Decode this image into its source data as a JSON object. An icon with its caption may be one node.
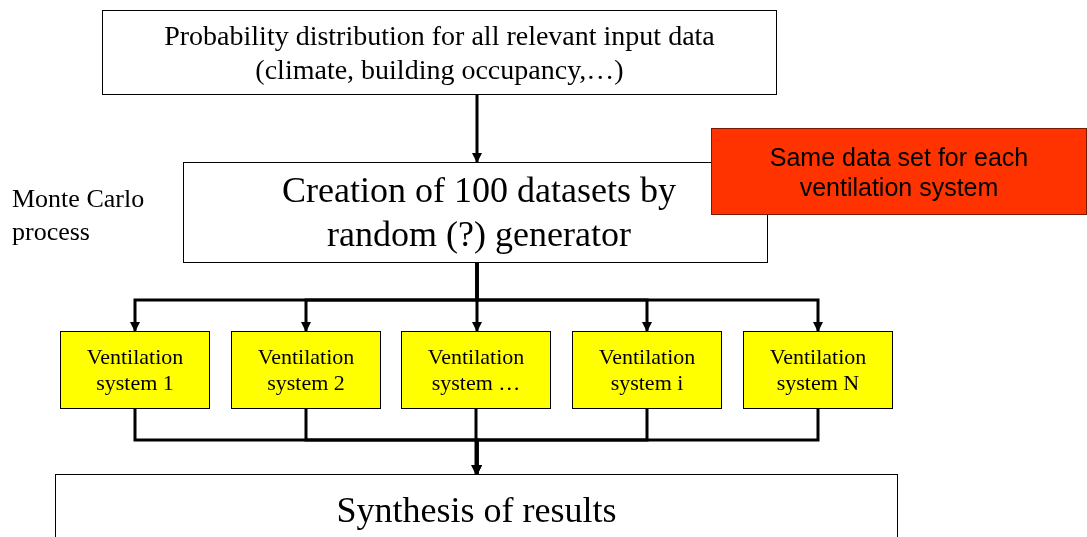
{
  "diagram": {
    "nodes": [
      {
        "text": [
          "Probability distribution for all relevant input data (climate, building occupancy,…)"
        ]
      },
      {
        "text": [
          "Creation of 100 datasets by random (?) generator"
        ],
        "beside": [
          "Monte Carlo process"
        ]
      },
      {
        "text": [
          "Same data set for each ventilation system"
        ]
      },
      {
        "text": [
          "Ventilation system 1"
        ]
      },
      {
        "text": [
          "Ventilation system 2"
        ]
      },
      {
        "text": [
          "Ventilation system …"
        ]
      },
      {
        "text": [
          "Ventilation system i"
        ]
      },
      {
        "text": [
          "Ventilation system N"
        ]
      },
      {
        "text": [
          "Synthesis of results"
        ]
      }
    ],
    "edges": [
      {
        "from": 0,
        "to": 1,
        "arrow": "to"
      },
      {
        "from": 1,
        "to": 3,
        "arrow": "to"
      },
      {
        "from": 1,
        "to": 4,
        "arrow": "to"
      },
      {
        "from": 1,
        "to": 5,
        "arrow": "to"
      },
      {
        "from": 1,
        "to": 6,
        "arrow": "to"
      },
      {
        "from": 1,
        "to": 7,
        "arrow": "to"
      },
      {
        "from": 3,
        "to": 8,
        "arrow": "to"
      },
      {
        "from": 4,
        "to": 8,
        "arrow": "to"
      },
      {
        "from": 5,
        "to": 8,
        "arrow": "to"
      },
      {
        "from": 6,
        "to": 8,
        "arrow": "to"
      },
      {
        "from": 7,
        "to": 8,
        "arrow": "to"
      }
    ]
  }
}
